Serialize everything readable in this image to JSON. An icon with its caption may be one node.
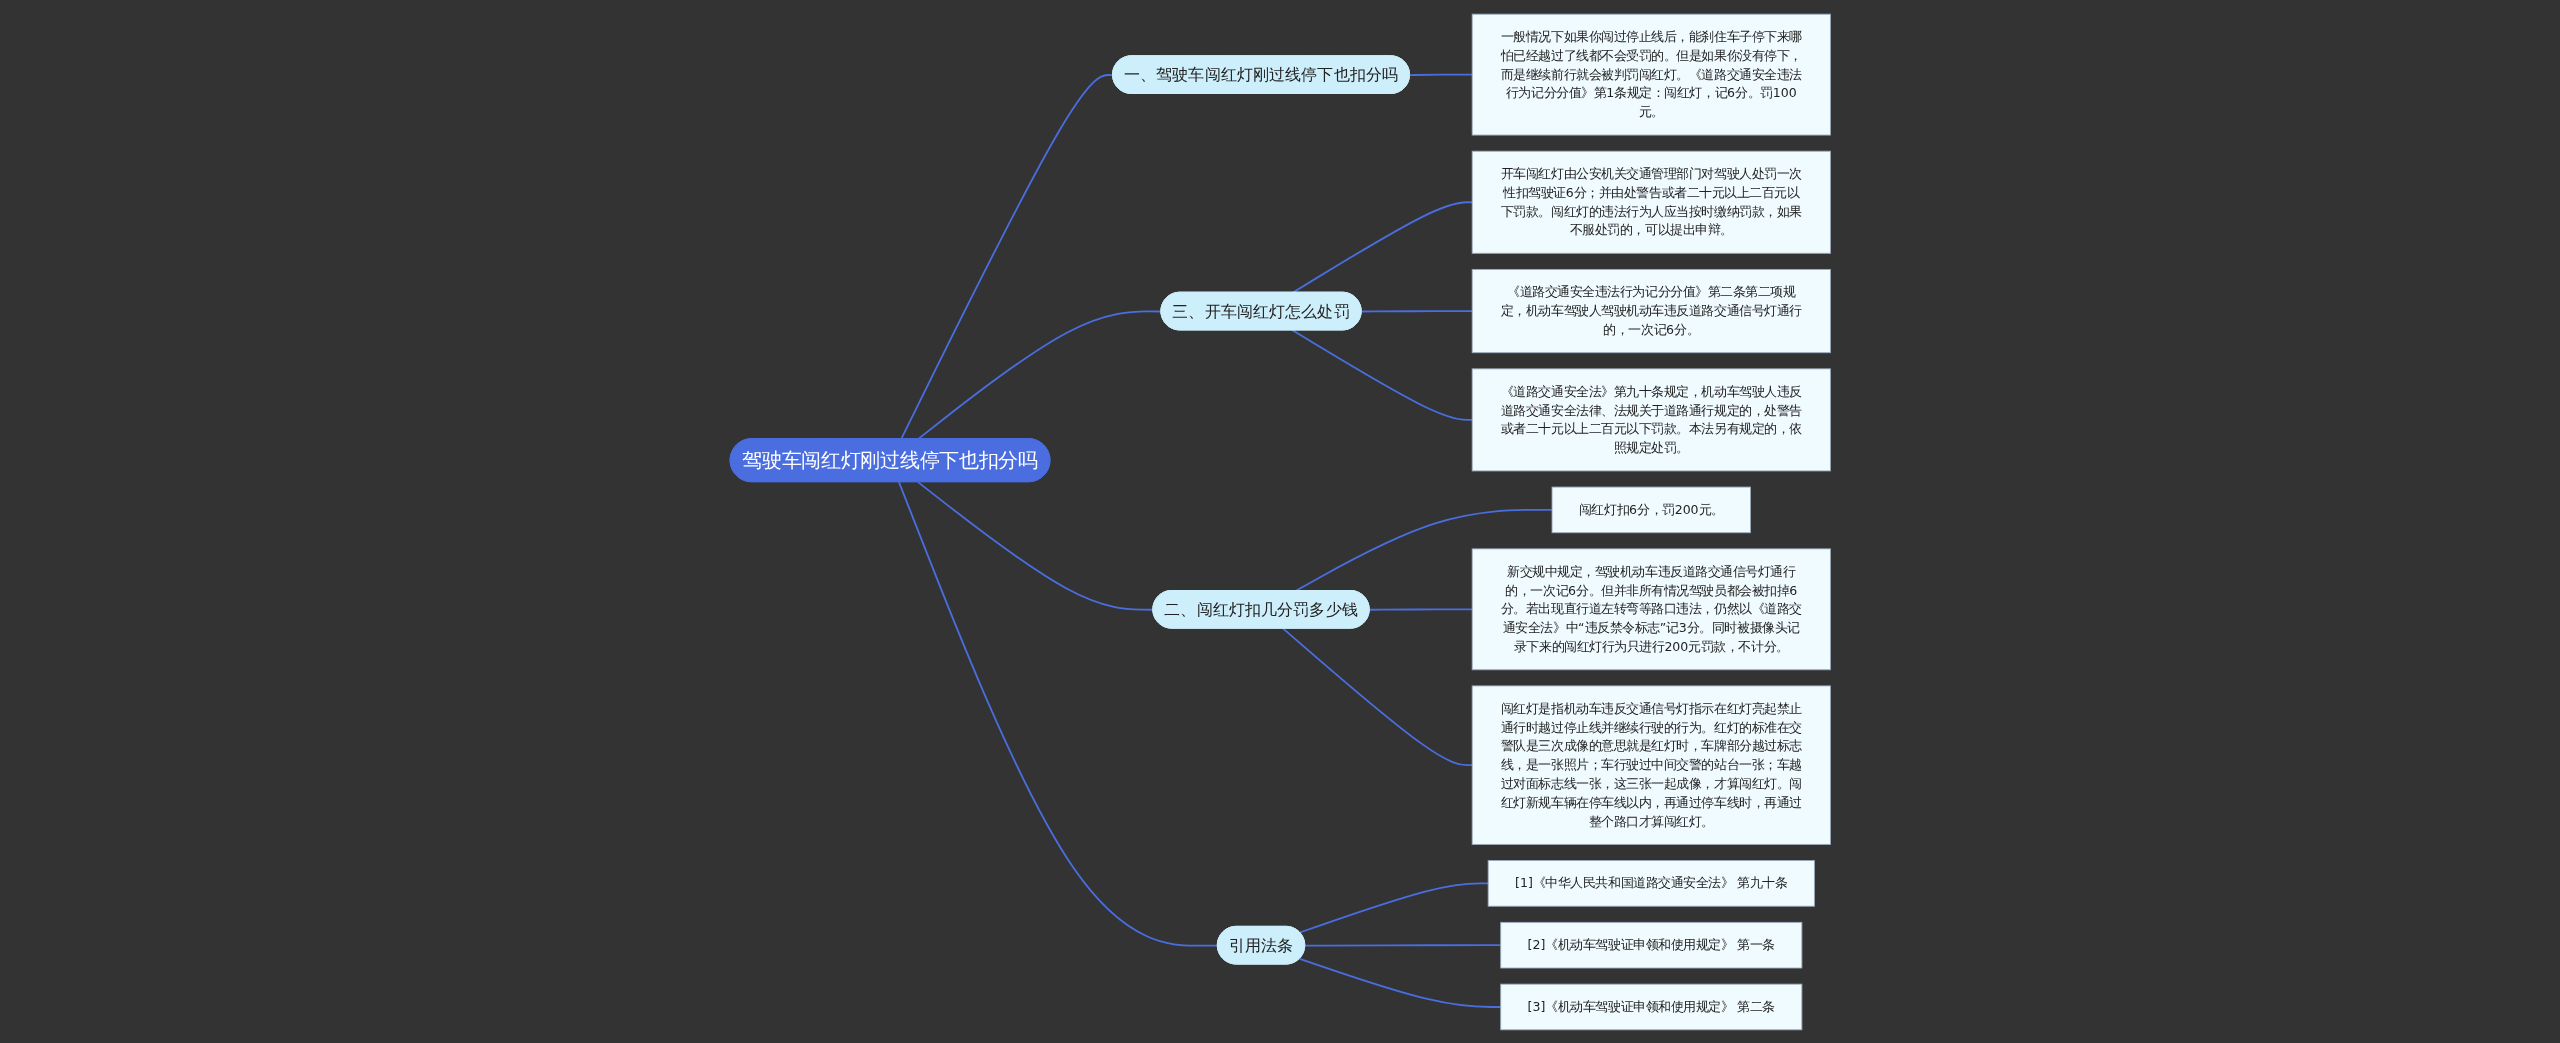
{
  "diagram": {
    "nodes": [
      {
        "text": [
          "驾驶车闯红灯刚过线停下也扣分吗"
        ]
      },
      {
        "text": [
          "一、驾驶车闯红灯刚过线停下也扣分吗"
        ]
      },
      {
        "text": [
          "一般情况下如果你闯过停止线后，能刹住车子停下来哪怕已经越过了线都不会受罚的。但是如果你没有停下，而是继续前行就会被判罚闯红灯。《道路交通安全违法行为记分分值》第1条规定：闯红灯，记6分。罚100元。"
        ]
      },
      {
        "text": [
          "三、开车闯红灯怎么处罚"
        ]
      },
      {
        "text": [
          "开车闯红灯由公安机关交通管理部门对驾驶人处罚一次性扣驾驶证6分；并由处警告或者二十元以上二百元以下罚款。闯红灯的违法行为人应当按时缴纳罚款，如果不服处罚的，可以提出申辩。"
        ]
      },
      {
        "text": [
          "《道路交通安全违法行为记分分值》第二条第二项规定，机动车驾驶人驾驶机动车违反道路交通信号灯通行的，一次记6分。"
        ]
      },
      {
        "text": [
          "《道路交通安全法》第九十条规定，机动车驾驶人违反道路交通安全法律、法规关于道路通行规定的，处警告或者二十元以上二百元以下罚款。本法另有规定的，依照规定处罚。"
        ]
      },
      {
        "text": [
          "二、闯红灯扣几分罚多少钱"
        ]
      },
      {
        "text": [
          "闯红灯扣6分，罚200元。"
        ]
      },
      {
        "text": [
          "新交规中规定，驾驶机动车违反道路交通信号灯通行的，一次记6分。但并非所有情况驾驶员都会被扣掉6分。若出现直行道左转弯等路口违法，仍然以《道路交通安全法》中“违反禁令标志”记3分。同时被摄像头记录下来的闯红灯行为只进行200元罚款，不计分。"
        ]
      },
      {
        "text": [
          "闯红灯是指机动车违反交通信号灯指示在红灯亮起禁止通行时越过停止线并继续行驶的行为。红灯的标准在交警队是三次成像的意思就是红灯时，车牌部分越过标志线，是一张照片；车行驶过中间交警的站台一张；车越过对面标志线一张，这三张一起成像，才算闯红灯。闯红灯新规车辆在停车线以内，再通过停车线时，再通过整个路口才算闯红灯。"
        ]
      },
      {
        "text": [
          "引用法条"
        ]
      },
      {
        "text": [
          "[1]《中华人民共和国道路交通安全法》 第九十条"
        ]
      },
      {
        "text": [
          "[2]《机动车驾驶证申领和使用规定》 第一条"
        ]
      },
      {
        "text": [
          "[3]《机动车驾驶证申领和使用规定》 第二条"
        ]
      }
    ],
    "edges": [
      {
        "from": 0,
        "to": 1,
        "arrow": "none"
      },
      {
        "from": 1,
        "to": 2,
        "arrow": "none"
      },
      {
        "from": 0,
        "to": 3,
        "arrow": "none"
      },
      {
        "from": 3,
        "to": 4,
        "arrow": "none"
      },
      {
        "from": 3,
        "to": 5,
        "arrow": "none"
      },
      {
        "from": 3,
        "to": 6,
        "arrow": "none"
      },
      {
        "from": 0,
        "to": 7,
        "arrow": "none"
      },
      {
        "from": 7,
        "to": 8,
        "arrow": "none"
      },
      {
        "from": 7,
        "to": 9,
        "arrow": "none"
      },
      {
        "from": 7,
        "to": 10,
        "arrow": "none"
      },
      {
        "from": 0,
        "to": 11,
        "arrow": "none"
      },
      {
        "from": 11,
        "to": 12,
        "arrow": "none"
      },
      {
        "from": 11,
        "to": 13,
        "arrow": "none"
      },
      {
        "from": 11,
        "to": 14,
        "arrow": "none"
      }
    ]
  }
}
